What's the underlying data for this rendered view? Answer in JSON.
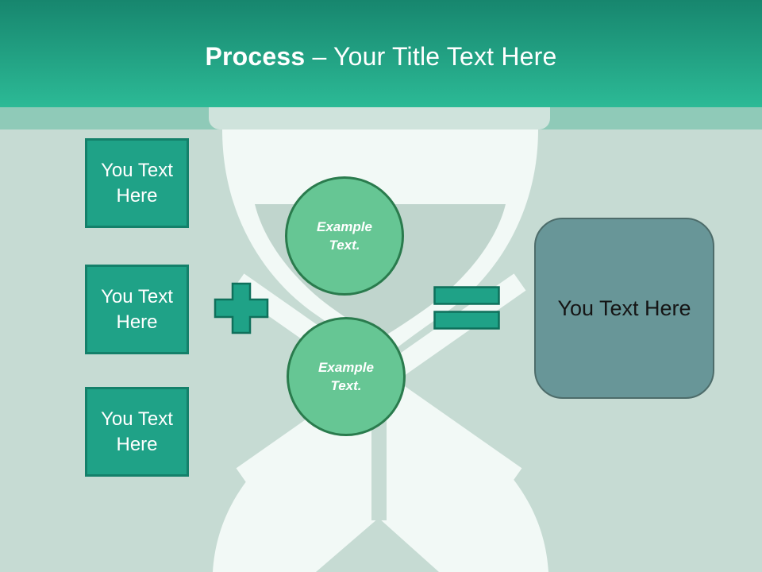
{
  "slide": {
    "title": {
      "bold": "Process",
      "rest": "– Your Title Text Here"
    },
    "left_boxes": [
      {
        "label": "You Text Here"
      },
      {
        "label": "You Text Here"
      },
      {
        "label": "You Text Here"
      }
    ],
    "operators": {
      "plus": "plus",
      "equals": "equals"
    },
    "circles": [
      {
        "label": "Example Text."
      },
      {
        "label": "Example Text."
      }
    ],
    "result_box": {
      "label": "You Text Here"
    },
    "watermark": {
      "name": "hourglass"
    },
    "colors": {
      "header_gradient_top": "#17866e",
      "header_gradient_bottom": "#2cba96",
      "background": "#c6dbd3",
      "band": "#8fcab8",
      "cap": "#cfe3dc",
      "watermark_white": "#f2f9f6",
      "sand": "#c0d5cd",
      "teal_fill": "#1fa287",
      "teal_border": "#14806a",
      "circle_fill": "#66c694",
      "circle_border": "#2a7b4d",
      "result_fill": "#689698",
      "result_border": "#4d6c6a",
      "title_text": "#ffffff",
      "result_text": "#151515"
    }
  }
}
